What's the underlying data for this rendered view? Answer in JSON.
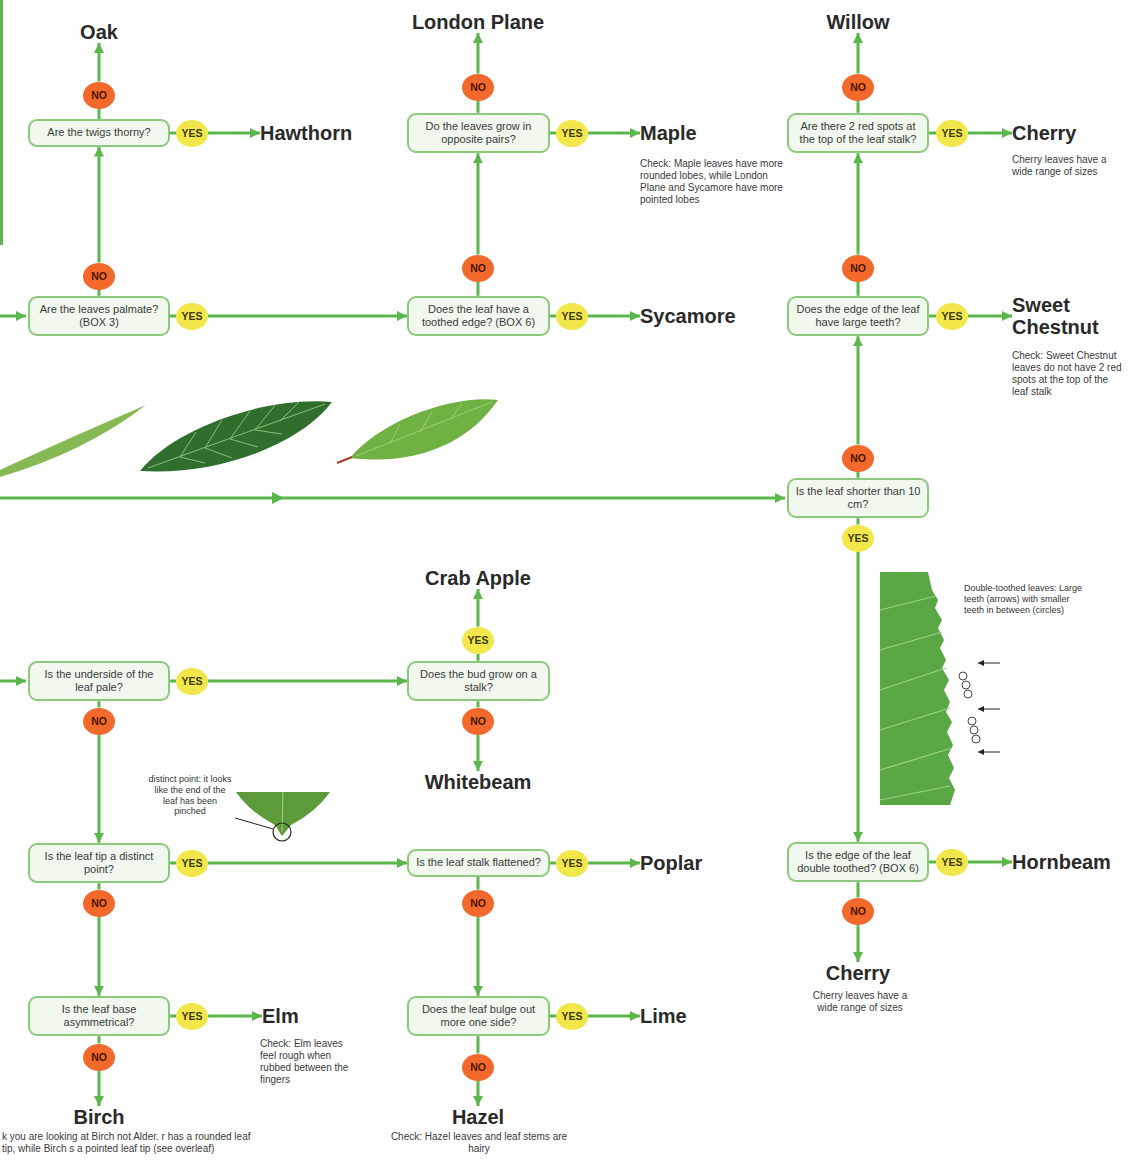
{
  "diagram": {
    "nodes": [
      {
        "text": [
          "Oak"
        ]
      },
      {
        "text": [
          "NO"
        ]
      },
      {
        "text": [
          "Are the twigs thorny?"
        ]
      },
      {
        "text": [
          "YES"
        ]
      },
      {
        "text": [
          "Hawthorn"
        ]
      },
      {
        "text": [
          "NO"
        ]
      },
      {
        "text": [
          "Are the leaves palmate? (BOX 3)"
        ]
      },
      {
        "text": [
          "YES"
        ]
      },
      {
        "text": [
          "London Plane"
        ]
      },
      {
        "text": [
          "NO"
        ]
      },
      {
        "text": [
          "Do the leaves grow in opposite pairs?"
        ]
      },
      {
        "text": [
          "YES"
        ]
      },
      {
        "text": [
          "Maple",
          "Check: Maple leaves have more rounded lobes, while London Plane and Sycamore have more pointed lobes"
        ]
      },
      {
        "text": [
          "NO"
        ]
      },
      {
        "text": [
          "Does the leaf have a toothed edge? (BOX 6)"
        ]
      },
      {
        "text": [
          "YES"
        ]
      },
      {
        "text": [
          "Sycamore"
        ]
      },
      {
        "text": [
          "Willow"
        ]
      },
      {
        "text": [
          "NO"
        ]
      },
      {
        "text": [
          "Are there 2 red spots at the top of the leaf stalk?"
        ]
      },
      {
        "text": [
          "YES"
        ]
      },
      {
        "text": [
          "Cherry",
          "Cherry leaves have a wide range of sizes"
        ]
      },
      {
        "text": [
          "NO"
        ]
      },
      {
        "text": [
          "Does the edge of the leaf have large teeth?"
        ]
      },
      {
        "text": [
          "YES"
        ]
      },
      {
        "text": [
          "Sweet Chestnut",
          "Check: Sweet Chestnut leaves do not have 2 red spots at the top of the leaf stalk"
        ]
      },
      {
        "text": [
          "NO"
        ]
      },
      {
        "text": [
          "Is the leaf shorter than 10 cm?"
        ]
      },
      {
        "text": [
          "YES"
        ]
      },
      {
        "text": [
          "Is the edge of the leaf double toothed? (BOX 6)"
        ]
      },
      {
        "text": [
          "YES"
        ]
      },
      {
        "text": [
          "Hornbeam"
        ]
      },
      {
        "text": [
          "NO"
        ]
      },
      {
        "text": [
          "Cherry",
          "Cherry leaves have a wide range of sizes"
        ]
      },
      {
        "text": [
          "Crab Apple"
        ]
      },
      {
        "text": [
          "YES"
        ]
      },
      {
        "text": [
          "Is the underside of the leaf pale?"
        ]
      },
      {
        "text": [
          "YES"
        ]
      },
      {
        "text": [
          "Does the bud grow on a stalk?"
        ]
      },
      {
        "text": [
          "NO"
        ]
      },
      {
        "text": [
          "Whitebeam"
        ]
      },
      {
        "text": [
          "NO"
        ]
      },
      {
        "text": [
          "Is the leaf tip a distinct point?"
        ]
      },
      {
        "text": [
          "YES"
        ]
      },
      {
        "text": [
          "Is the leaf stalk flattened?"
        ]
      },
      {
        "text": [
          "Poplar"
        ]
      },
      {
        "text": [
          "YES"
        ]
      },
      {
        "text": [
          "NO"
        ]
      },
      {
        "text": [
          "NO"
        ]
      },
      {
        "text": [
          "Is the leaf base asymmetrical?"
        ]
      },
      {
        "text": [
          "YES"
        ]
      },
      {
        "text": [
          "Elm",
          "Check: Elm leaves feel rough when rubbed between the fingers"
        ]
      },
      {
        "text": [
          "Does the leaf bulge out more one side?"
        ]
      },
      {
        "text": [
          "YES"
        ]
      },
      {
        "text": [
          "Lime"
        ]
      },
      {
        "text": [
          "NO"
        ]
      },
      {
        "text": [
          "Birch",
          "k you are looking at Birch not Alder. r has a rounded leaf tip, while Birch s a pointed leaf tip (see overleaf)"
        ]
      },
      {
        "text": [
          "NO"
        ]
      },
      {
        "text": [
          "Hazel",
          "Check: Hazel leaves and leaf stems are hairy"
        ]
      }
    ],
    "edges": [
      {
        "from": 2,
        "to": 1,
        "arrow": "none"
      },
      {
        "from": 1,
        "to": 0,
        "arrow": "to"
      },
      {
        "from": 2,
        "to": 3,
        "arrow": "none"
      },
      {
        "from": 3,
        "to": 4,
        "arrow": "to"
      },
      {
        "from": 6,
        "to": 5,
        "arrow": "none"
      },
      {
        "from": 5,
        "to": 2,
        "arrow": "to"
      },
      {
        "from": 6,
        "to": 7,
        "arrow": "none"
      },
      {
        "from": 7,
        "to": 14,
        "arrow": "to"
      },
      {
        "from": 14,
        "to": 13,
        "arrow": "none"
      },
      {
        "from": 13,
        "to": 10,
        "arrow": "to"
      },
      {
        "from": 14,
        "to": 15,
        "arrow": "none"
      },
      {
        "from": 15,
        "to": 16,
        "arrow": "to"
      },
      {
        "from": 10,
        "to": 9,
        "arrow": "none"
      },
      {
        "from": 9,
        "to": 8,
        "arrow": "to"
      },
      {
        "from": 10,
        "to": 11,
        "arrow": "none"
      },
      {
        "from": 11,
        "to": 12,
        "arrow": "to"
      },
      {
        "from": 23,
        "to": 22,
        "arrow": "none"
      },
      {
        "from": 22,
        "to": 19,
        "arrow": "to"
      },
      {
        "from": 23,
        "to": 24,
        "arrow": "none"
      },
      {
        "from": 24,
        "to": 25,
        "arrow": "to"
      },
      {
        "from": 19,
        "to": 18,
        "arrow": "none"
      },
      {
        "from": 18,
        "to": 17,
        "arrow": "to"
      },
      {
        "from": 19,
        "to": 20,
        "arrow": "none"
      },
      {
        "from": 20,
        "to": 21,
        "arrow": "to"
      },
      {
        "from": 27,
        "to": 26,
        "arrow": "none"
      },
      {
        "from": 26,
        "to": 23,
        "arrow": "to"
      },
      {
        "from": 27,
        "to": 28,
        "arrow": "none"
      },
      {
        "from": 28,
        "to": 29,
        "arrow": "to"
      },
      {
        "from": 29,
        "to": 30,
        "arrow": "none"
      },
      {
        "from": 30,
        "to": 31,
        "arrow": "to"
      },
      {
        "from": 29,
        "to": 32,
        "arrow": "none"
      },
      {
        "from": 32,
        "to": 33,
        "arrow": "to"
      },
      {
        "from": 36,
        "to": 37,
        "arrow": "none"
      },
      {
        "from": 37,
        "to": 38,
        "arrow": "to"
      },
      {
        "from": 36,
        "to": 41,
        "arrow": "none"
      },
      {
        "from": 41,
        "to": 42,
        "arrow": "to"
      },
      {
        "from": 38,
        "to": 35,
        "arrow": "none"
      },
      {
        "from": 35,
        "to": 34,
        "arrow": "to"
      },
      {
        "from": 38,
        "to": 39,
        "arrow": "none"
      },
      {
        "from": 39,
        "to": 40,
        "arrow": "to"
      },
      {
        "from": 42,
        "to": 43,
        "arrow": "none"
      },
      {
        "from": 43,
        "to": 44,
        "arrow": "to"
      },
      {
        "from": 42,
        "to": 47,
        "arrow": "none"
      },
      {
        "from": 47,
        "to": 49,
        "arrow": "to"
      },
      {
        "from": 44,
        "to": 46,
        "arrow": "none"
      },
      {
        "from": 46,
        "to": 45,
        "arrow": "to"
      },
      {
        "from": 44,
        "to": 48,
        "arrow": "none"
      },
      {
        "from": 48,
        "to": 52,
        "arrow": "to"
      },
      {
        "from": 49,
        "to": 50,
        "arrow": "none"
      },
      {
        "from": 50,
        "to": 51,
        "arrow": "to"
      },
      {
        "from": 49,
        "to": 55,
        "arrow": "none"
      },
      {
        "from": 55,
        "to": 56,
        "arrow": "to"
      },
      {
        "from": 52,
        "to": 53,
        "arrow": "none"
      },
      {
        "from": 53,
        "to": 54,
        "arrow": "to"
      },
      {
        "from": 52,
        "to": 57,
        "arrow": "none"
      },
      {
        "from": 57,
        "to": 58,
        "arrow": "to"
      }
    ],
    "labels": [
      "Double-toothed leaves: Large teeth (arrows) with smaller teeth in between (circles)",
      "distinct point: it looks like the end of the leaf has been pinched"
    ]
  }
}
